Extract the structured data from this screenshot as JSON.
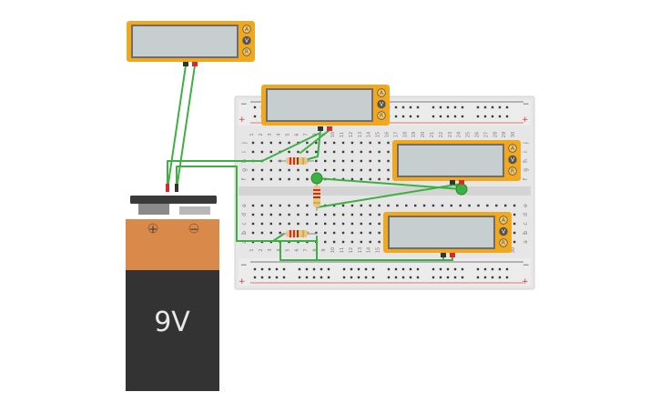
{
  "battery": {
    "label": "9V",
    "plus": "+",
    "minus": "−"
  },
  "multimeter": {
    "mode_a": "A",
    "mode_v": "V",
    "mode_r": "R"
  },
  "breadboard": {
    "row_letters_top": [
      "j",
      "i",
      "h",
      "g",
      "f"
    ],
    "row_letters_bottom": [
      "e",
      "d",
      "c",
      "b",
      "a"
    ],
    "column_numbers": [
      "1",
      "2",
      "3",
      "4",
      "5",
      "6",
      "7",
      "8",
      "9",
      "10",
      "11",
      "12",
      "13",
      "14",
      "15",
      "16",
      "17",
      "18",
      "19",
      "20",
      "21",
      "22",
      "23",
      "24",
      "25",
      "26",
      "27",
      "28",
      "29",
      "30"
    ],
    "rail_plus": "+",
    "rail_minus": "−"
  },
  "colors": {
    "multimeter_body": "#f2a81d",
    "multimeter_screen": "#c7ced0",
    "wire": "#3cb043",
    "battery_top": "#d9894a",
    "battery_bottom": "#333333",
    "breadboard": "#e6e6e6",
    "rail_red": "#d9534f",
    "rail_blue": "#555555"
  }
}
